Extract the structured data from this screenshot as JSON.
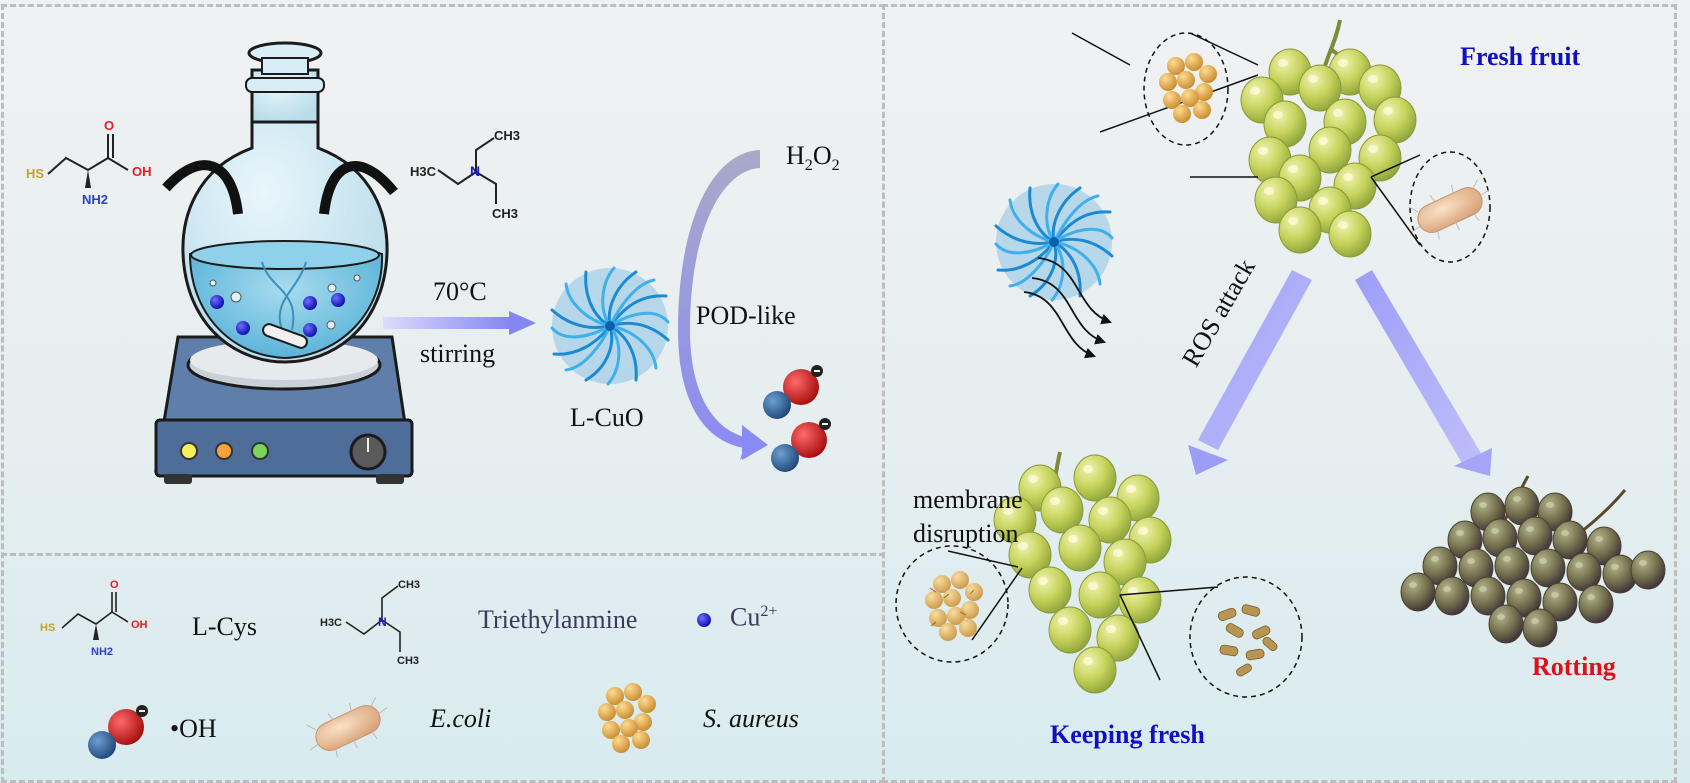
{
  "figure": {
    "left_panel": {
      "reactant_1": {
        "name": "L-Cys",
        "atoms": {
          "thiol": "HS",
          "carbonyl_o": "O",
          "hydroxyl": "OH",
          "amine": "NH2"
        }
      },
      "reactant_2": {
        "name": "Triethylanmine",
        "atoms": {
          "nitrogen": "N",
          "methyl_top": "CH3",
          "methyl_left": "H3C",
          "methyl_bottom": "CH3"
        }
      },
      "reaction": {
        "temperature_label": "70°C",
        "condition_label": "stirring"
      },
      "product_label": "L-CuO",
      "substrate_label_main": "H",
      "substrate_sub_1": "2",
      "substrate_label_mid": "O",
      "substrate_sub_2": "2",
      "catalysis_label": "POD-like",
      "radical_atoms": {
        "o": "O",
        "h": "H"
      }
    },
    "legend": {
      "items": [
        {
          "label": "L-Cys"
        },
        {
          "label": "Triethylanmine"
        },
        {
          "label": "Cu",
          "superscript": "2+"
        },
        {
          "label": "•OH"
        },
        {
          "label": "E.coli"
        },
        {
          "label": "S. aureus"
        }
      ]
    },
    "right_panel": {
      "fresh_label": "Fresh fruit",
      "attack_label": "ROS attack",
      "membrane_label_line1": "membrane",
      "membrane_label_line2": "disruption",
      "keeping_label": "Keeping fresh",
      "rotting_label": "Rotting"
    },
    "colors": {
      "fresh_text": "#1010c0",
      "rotting_text": "#e0101a",
      "arrow": "#8f8ff5",
      "nanoflower": "#1e90d6",
      "copper_ion": "#1010c8",
      "oxygen": "#d01818",
      "hydrogen": "#2f5f95",
      "grape": "#c5d25a",
      "rotten_grape": "#6e6a4a",
      "bacteria": "#e9bf98",
      "staph": "#e0a848"
    }
  }
}
